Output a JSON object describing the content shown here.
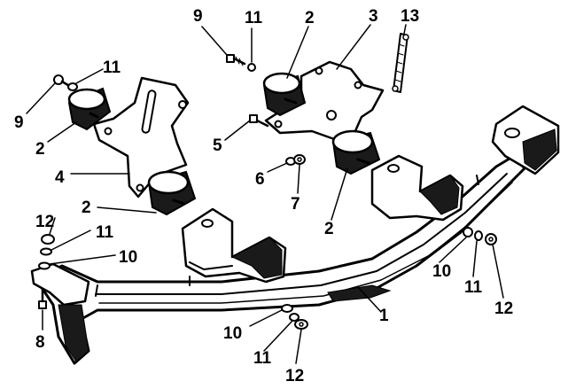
{
  "diagram": {
    "ink_color": "#000000",
    "paper_color": "#ffffff",
    "callouts": {
      "c1": "1",
      "c2a": "2",
      "c2b": "2",
      "c2c": "2",
      "c2d": "2",
      "c3": "3",
      "c4": "4",
      "c5": "5",
      "c6": "6",
      "c7": "7",
      "c8": "8",
      "c9a": "9",
      "c9b": "9",
      "c10a": "10",
      "c10b": "10",
      "c10c": "10",
      "c11a": "11",
      "c11b": "11",
      "c11c": "11",
      "c11d": "11",
      "c11e": "11",
      "c12a": "12",
      "c12b": "12",
      "c12c": "12",
      "c13": "13"
    }
  }
}
